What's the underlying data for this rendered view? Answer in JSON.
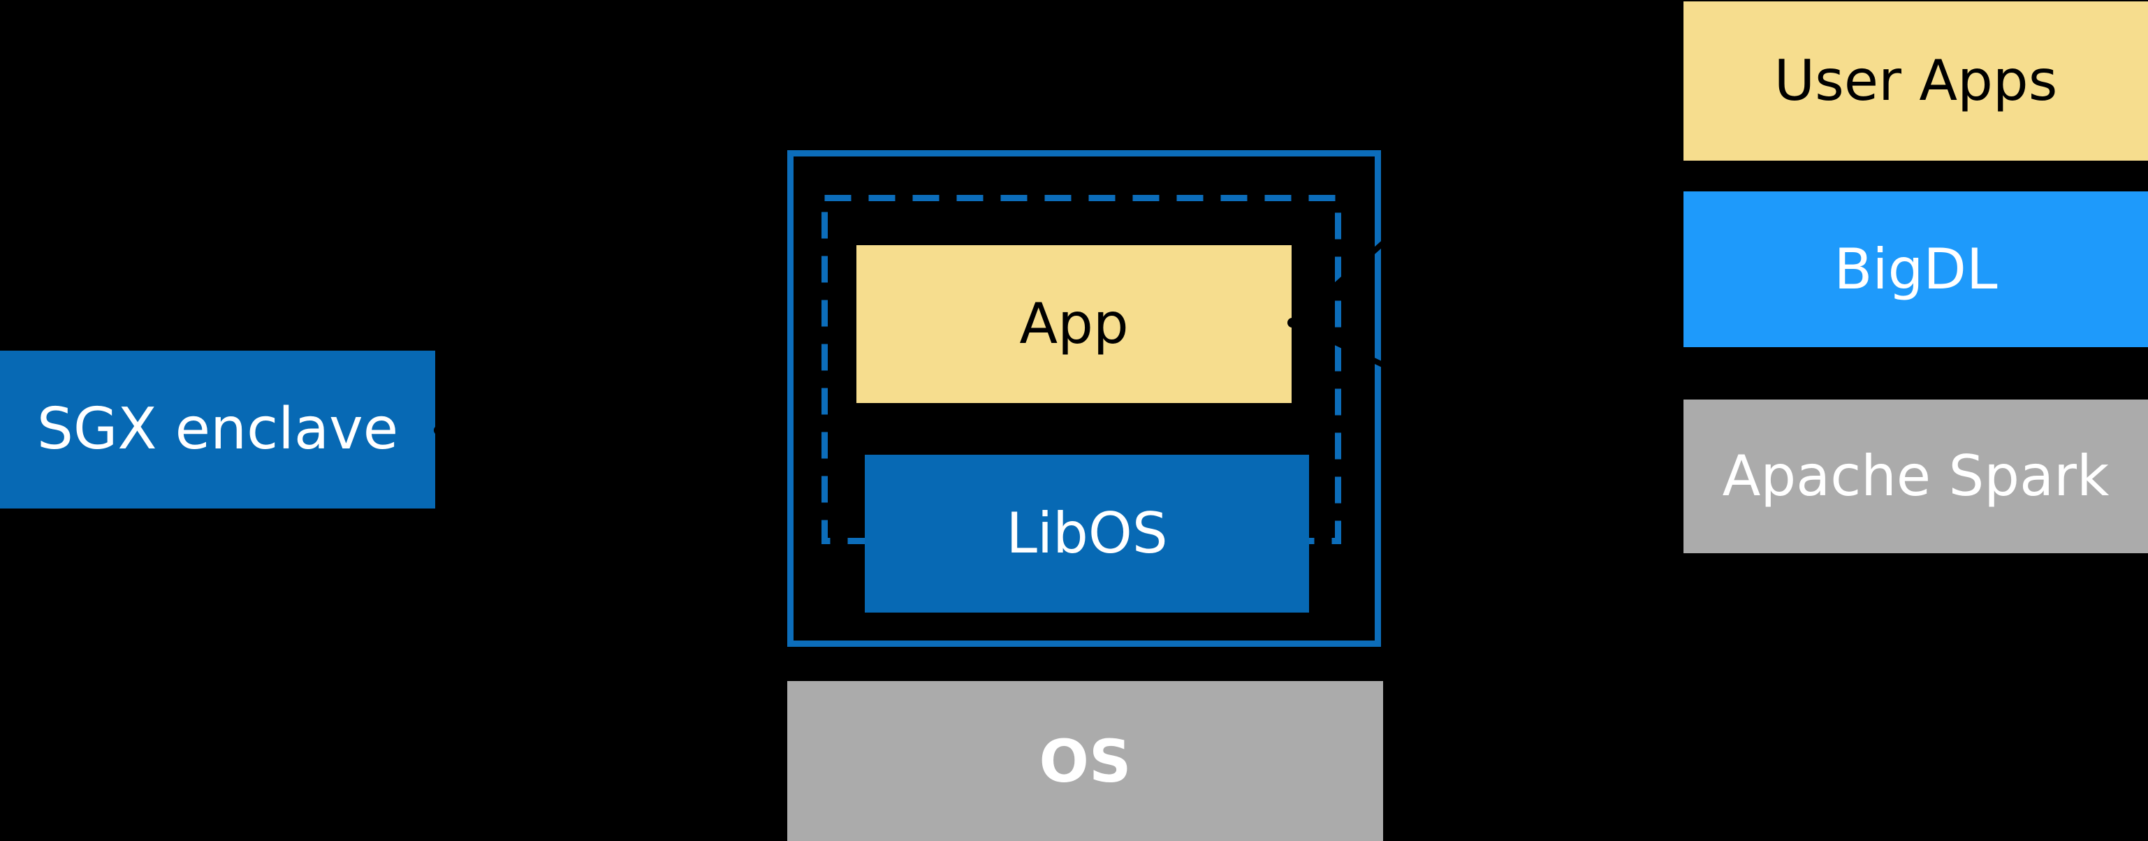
{
  "palette": {
    "background": "#000000",
    "intel_blue": "#0769B4",
    "border_blue": "#0C6DBA",
    "bright_blue": "#1E9AFB",
    "sand_yellow": "#F6DD8E",
    "gray": "#ABABAB",
    "ink_black": "#000000",
    "text_white": "#FFFFFF"
  },
  "diagram": {
    "sgx_enclave_label_box": {
      "label": "SGX enclave"
    },
    "enclave_container": {
      "app_box": {
        "label": "App"
      },
      "libos_box": {
        "label": "LibOS"
      }
    },
    "os_box": {
      "label": "OS"
    },
    "software_stack": {
      "user_apps_box": {
        "label": "User Apps"
      },
      "bigdl_box": {
        "label": "BigDL"
      },
      "apache_spark_box": {
        "label": "Apache Spark"
      }
    }
  }
}
